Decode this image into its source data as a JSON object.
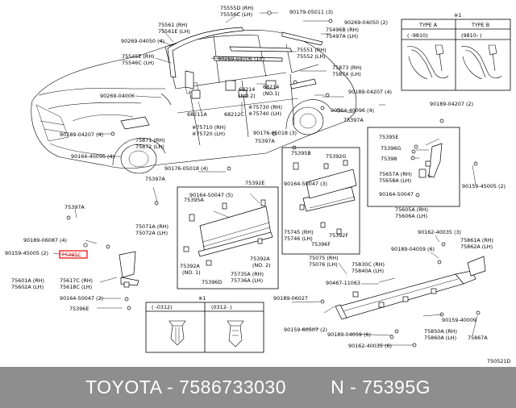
{
  "labels": {
    "l75555": "75555D (RH)",
    "l75556": "75556C (LH)",
    "l90179": "90179-05011 (3)",
    "l90269a": "90269-04050 (2)",
    "l75496": "75496B (RH)",
    "l75497": "75497A (LH)",
    "l75561": "75561 (RH)",
    "l75561b": "75561E (LH)",
    "l90269b": "90269-04050 (4)",
    "l75545": "75545E (RH)",
    "l75546": "75546C (LH)",
    "l90269c": "90269-04006 (10)",
    "l75551": "75551 (RH)",
    "l75552": "75552 (LH)",
    "l75873": "75873 (RH)",
    "l75874": "75874 (LH)",
    "l90269d": "90269-04006",
    "l68214a": "68214",
    "l68214a2": "(NO.2)",
    "l68214b": "68214",
    "l68214b2": "(NO.1)",
    "l90189a": "90189-04207 (4)",
    "l68211": "68211A",
    "l68212": "68212C",
    "l75730": "※75730 (RH)",
    "l75740": "※75740 (LH)",
    "l90164a": "90164-40096 (4)",
    "l75397a": "75397A",
    "l90189b": "90189-04207 (2)",
    "l90189c": "90189-04207 (4)",
    "l75871": "75871 (RH)",
    "l75872": "75872 (LH)",
    "l75710": "※75710 (RH)",
    "l75720": "※75720 (LH)",
    "l90176a": "90176-05018 (3)",
    "l75397b": "75397A",
    "l90164b": "90164-40096 (4)",
    "l90176b": "90176-05018 (4)",
    "l75395b": "75395B",
    "l75392g": "75392G",
    "l75395e": "75395E",
    "l75396g": "75396G",
    "l75398": "75398",
    "l75397c": "75397A",
    "l75392e": "75392E",
    "l90164c": "90164-50047 (5)",
    "l75395a": "75395A",
    "l90164d": "90164-50047 (3)",
    "l75657": "75657A (RH)",
    "l75658": "75658A (LH)",
    "l90164e": "90164-50047",
    "l90159a": "90159-45005 (2)",
    "l75397d": "75397A",
    "l75605": "75605A (RH)",
    "l75606": "75606A (LH)",
    "l75071": "75071A (RH)",
    "l75072": "75072A (LH)",
    "l75745": "75745 (RH)",
    "l75746": "75746 (LH)",
    "l75392f": "75392F",
    "l75396f": "75396F",
    "l90162a": "90162-40035 (3)",
    "l75861": "75861A (RH)",
    "l75862": "75862A (LH)",
    "l90189d": "90189-06087 (4)",
    "l90159b": "90159-45005 (2)",
    "l75395c": "75395C",
    "l90189e": "90189-04059 (6)",
    "l75075": "75075 (RH)",
    "l75076": "75076 (LH)",
    "l75392a": "75392A",
    "l75392a1": "(NO. 1)",
    "l75392a2": "75392A",
    "l75392a2n": "(NO. 2)",
    "l75830": "75830C (RH)",
    "l75840": "75840A (LH)",
    "l75601": "75601A (RH)",
    "l75602": "75602A (LH)",
    "l75617": "75617C (RH)",
    "l75618": "75618C (LH)",
    "l75735": "75735A (RH)",
    "l75736": "75736A (LH)",
    "l75396d": "75396D",
    "l90467": "90467-11063",
    "l90164f": "90164-50047 (2)",
    "l75396e": "75396E",
    "l90189f": "90189-06027",
    "l90159c": "90159-40009",
    "l90159d": "90159-60507 (2)",
    "l90189g": "90189-04059 (6)",
    "l75850": "75850A (RH)",
    "l75860": "75860A (LH)",
    "l75867": "75867A",
    "l90162b": "90162-40035 (6)",
    "typeA": "TYPE A",
    "typeB": "TYPE B",
    "typeAr": "(      -9810)",
    "typeBr": "(9810-      )",
    "star1": "※1",
    "star1b": "※1",
    "r0312a": "(      -0312)",
    "r0312b": "(0312-      )",
    "code": "750521D"
  },
  "footer": {
    "text": "TOYOTA - 7586733030        N - 75395G"
  }
}
